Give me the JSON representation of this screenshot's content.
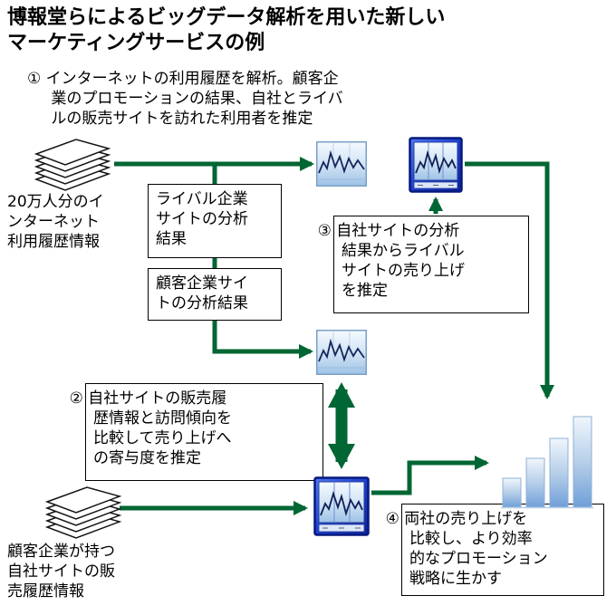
{
  "title": "博報堂らによるビッグデータ解析を用いた新しい\nマーケティングサービスの例",
  "steps": {
    "step1": "① インターネットの利用履歴を解析。顧客企\n業のプロモーションの結果、自社とライバ\nルの販売サイトを訪れた利用者を推定",
    "step2": "② 自社サイトの販売履\n歴情報と訪問傾向を\n比較して売り上げへ\nの寄与度を推定",
    "step3": "③ 自社サイトの分析\n結果からライバル\nサイトの売り上げ\nを推定",
    "step4": "④ 両社の売り上げを\n比較し、より効率\n的なプロモーション\n戦略に生かす"
  },
  "labels": {
    "internet_history": "20万人分のイ\nンターネット\n利用履歴情報",
    "rival_analysis": "ライバル企業\nサイトの分析\n結果",
    "client_analysis": "顧客企業サイ\nトの分析結果",
    "sales_history": "顧客企業が持つ\n自社サイトの販\n売履歴情報"
  },
  "icons": {
    "top_documents": "document-stack-icon",
    "bottom_documents": "document-stack-icon",
    "chart_light_top": "line-chart-icon",
    "chart_framed_top": "framed-line-chart-icon",
    "chart_light_middle": "line-chart-icon",
    "chart_framed_bottom": "framed-line-chart-icon",
    "bar_chart": "bar-chart-icon"
  },
  "colors": {
    "arrow_green": "#006633",
    "chart_frame_blue": "#12309f",
    "box_border": "#000000",
    "background": "#ffffff"
  }
}
